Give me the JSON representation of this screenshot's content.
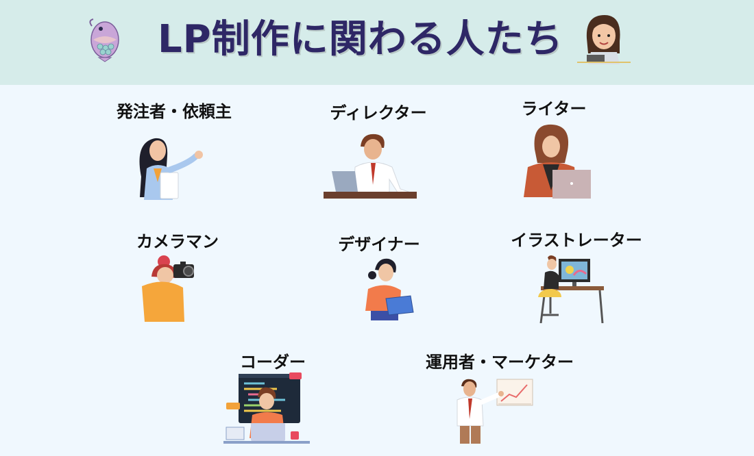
{
  "header": {
    "title": "LP制作に関わる人たち",
    "background": "#d6ecea",
    "title_color": "#2e2766"
  },
  "page": {
    "background": "#f0f8fe"
  },
  "roles": [
    {
      "label": "発注者・依頼主",
      "icon": "client-person-illustration"
    },
    {
      "label": "ディレクター",
      "icon": "director-at-laptop-illustration"
    },
    {
      "label": "ライター",
      "icon": "writer-with-laptop-illustration"
    },
    {
      "label": "カメラマン",
      "icon": "photographer-camera-illustration"
    },
    {
      "label": "デザイナー",
      "icon": "designer-tablet-illustration"
    },
    {
      "label": "イラストレーター",
      "icon": "illustrator-desk-illustration"
    },
    {
      "label": "コーダー",
      "icon": "coder-screen-illustration"
    },
    {
      "label": "運用者・マーケター",
      "icon": "marketer-chart-illustration"
    }
  ]
}
